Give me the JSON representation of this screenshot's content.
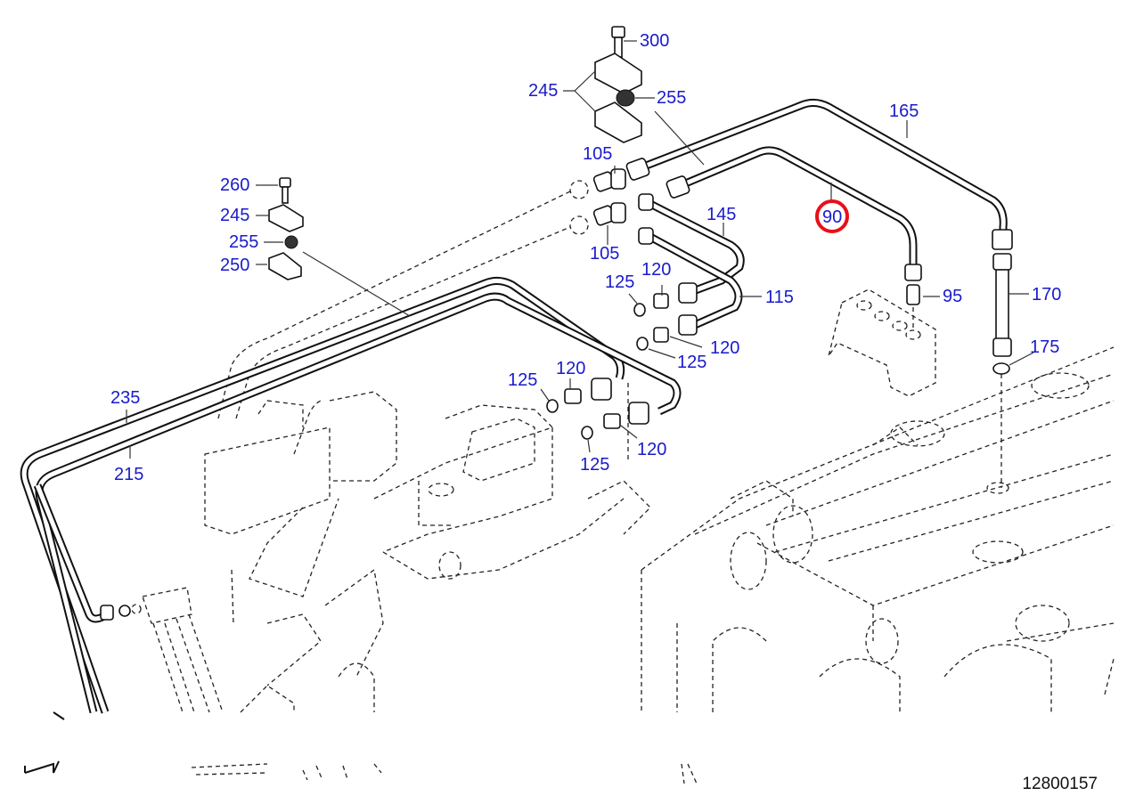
{
  "diagram": {
    "title": "Exploded parts diagram - engine pipes and fittings",
    "document_number": "12800157",
    "highlight_color": "#e8101a",
    "label_color": "#1a1acc",
    "highlighted_part": "90",
    "callouts": [
      {
        "id": "c300",
        "number": "300"
      },
      {
        "id": "c245a",
        "number": "245"
      },
      {
        "id": "c255a",
        "number": "255"
      },
      {
        "id": "c165",
        "number": "165"
      },
      {
        "id": "c105a",
        "number": "105"
      },
      {
        "id": "c260",
        "number": "260"
      },
      {
        "id": "c245b",
        "number": "245"
      },
      {
        "id": "c145",
        "number": "145"
      },
      {
        "id": "c90",
        "number": "90"
      },
      {
        "id": "c255b",
        "number": "255"
      },
      {
        "id": "c105b",
        "number": "105"
      },
      {
        "id": "c250",
        "number": "250"
      },
      {
        "id": "c95",
        "number": "95"
      },
      {
        "id": "c170",
        "number": "170"
      },
      {
        "id": "c125a",
        "number": "125"
      },
      {
        "id": "c120a",
        "number": "120"
      },
      {
        "id": "c115",
        "number": "115"
      },
      {
        "id": "c120b",
        "number": "120"
      },
      {
        "id": "c125b",
        "number": "125"
      },
      {
        "id": "c175",
        "number": "175"
      },
      {
        "id": "c125c",
        "number": "125"
      },
      {
        "id": "c120c",
        "number": "120"
      },
      {
        "id": "c235",
        "number": "235"
      },
      {
        "id": "c215",
        "number": "215"
      },
      {
        "id": "c120d",
        "number": "120"
      },
      {
        "id": "c125d",
        "number": "125"
      }
    ]
  }
}
